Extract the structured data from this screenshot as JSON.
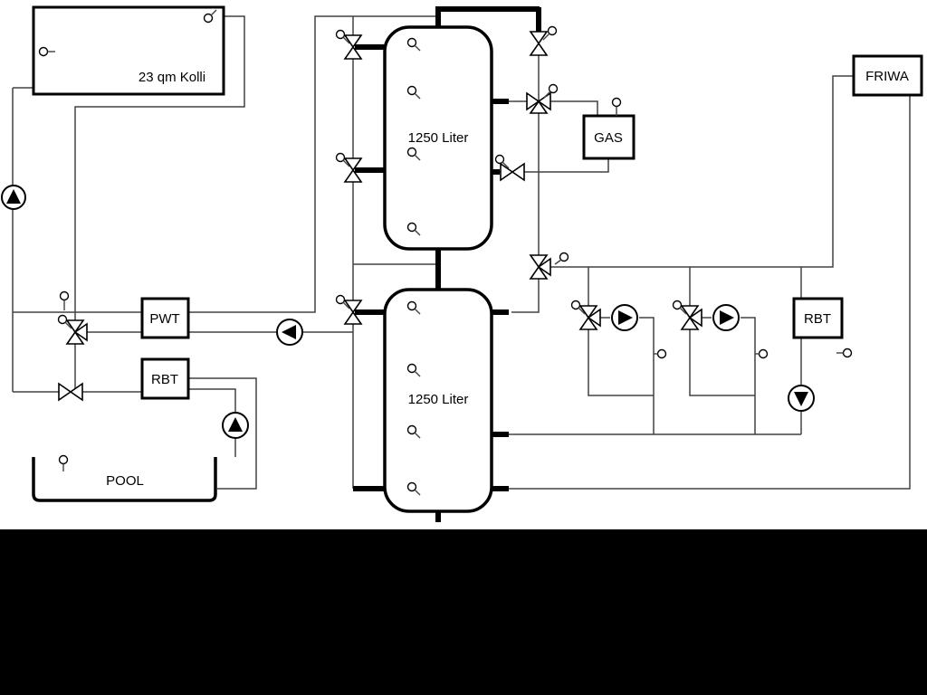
{
  "labels": {
    "collector": "23 qm Kolli",
    "tank_top": "1250 Liter",
    "tank_bottom": "1250 Liter",
    "gas": "GAS",
    "friwa": "FRIWA",
    "pwt": "PWT",
    "rbt_left": "RBT",
    "rbt_right": "RBT",
    "pool": "POOL"
  },
  "colors": {
    "line": "#424242",
    "pipe": "#000000",
    "background": "#ffffff",
    "letterbox": "#000000"
  }
}
